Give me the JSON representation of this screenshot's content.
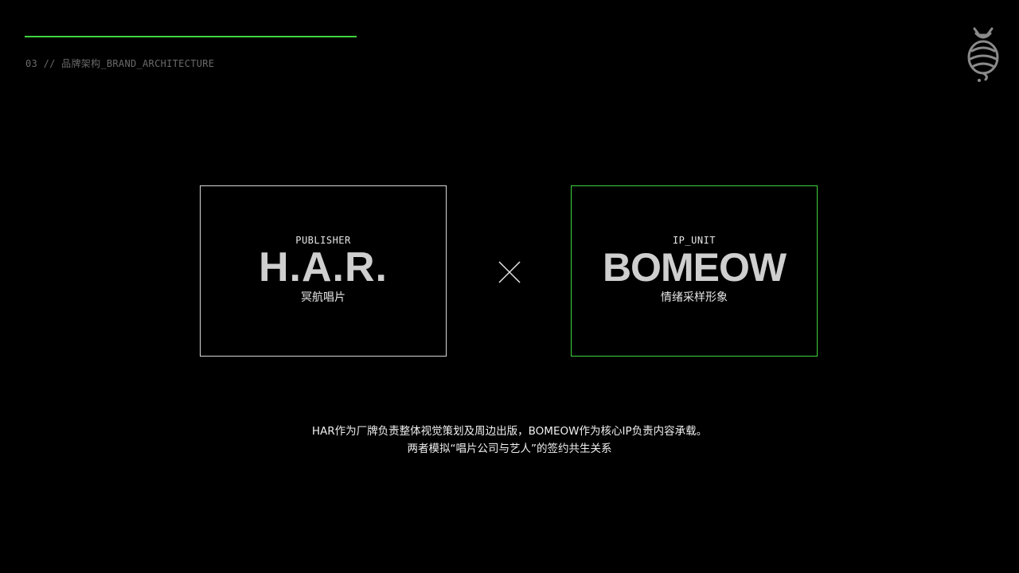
{
  "header": {
    "section_label": "03 // 品牌架构_BRAND_ARCHITECTURE",
    "logo_icon": "cat-emblem-icon"
  },
  "colors": {
    "background": "#000000",
    "accent_green": "#3ed43e",
    "text_light": "#e6e6e6",
    "text_muted": "#6a6a6a",
    "title_gray": "#cfcfcf"
  },
  "cards": {
    "publisher": {
      "tag": "PUBLISHER",
      "title": "H.A.R.",
      "subtitle": "冥航唱片"
    },
    "ip_unit": {
      "tag": "IP_UNIT",
      "title": "BOMEOW",
      "subtitle": "情绪采样形象"
    }
  },
  "connector_icon": "cross-icon",
  "caption": {
    "line1": "HAR作为厂牌负责整体视觉策划及周边出版，BOMEOW作为核心IP负责内容承载。",
    "line2": "两者模拟“唱片公司与艺人”的签约共生关系"
  }
}
